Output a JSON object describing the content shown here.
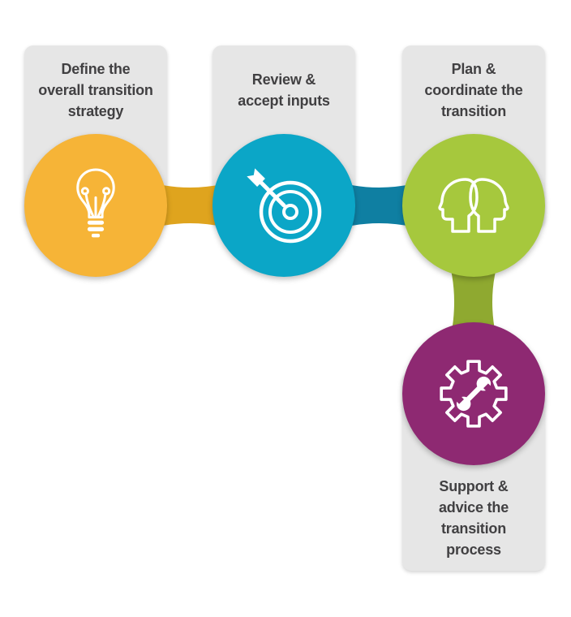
{
  "diagram": {
    "name": "transition-process-flow",
    "palette": {
      "background": "#FFFFFF",
      "card_bg": "#E6E6E6",
      "text": "#414042",
      "icon_stroke": "#FFFFFF"
    },
    "steps": [
      {
        "label": "Define the\noverall transition\nstrategy",
        "icon": "lightbulb-icon",
        "color": "#F6B437",
        "connector_color": "#DFA41E"
      },
      {
        "label": "Review &\naccept inputs",
        "icon": "dartboard-icon",
        "color": "#0BA6C7",
        "connector_color": "#0F7FA2"
      },
      {
        "label": "Plan &\ncoordinate the\ntransition",
        "icon": "two-heads-icon",
        "color": "#A6C83D",
        "connector_color": "#8FA930"
      },
      {
        "label": "Support &\nadvice the\ntransition\nprocess",
        "icon": "gear-wrench-icon",
        "color": "#8E2972",
        "connector_color": "#8E2972"
      }
    ]
  }
}
